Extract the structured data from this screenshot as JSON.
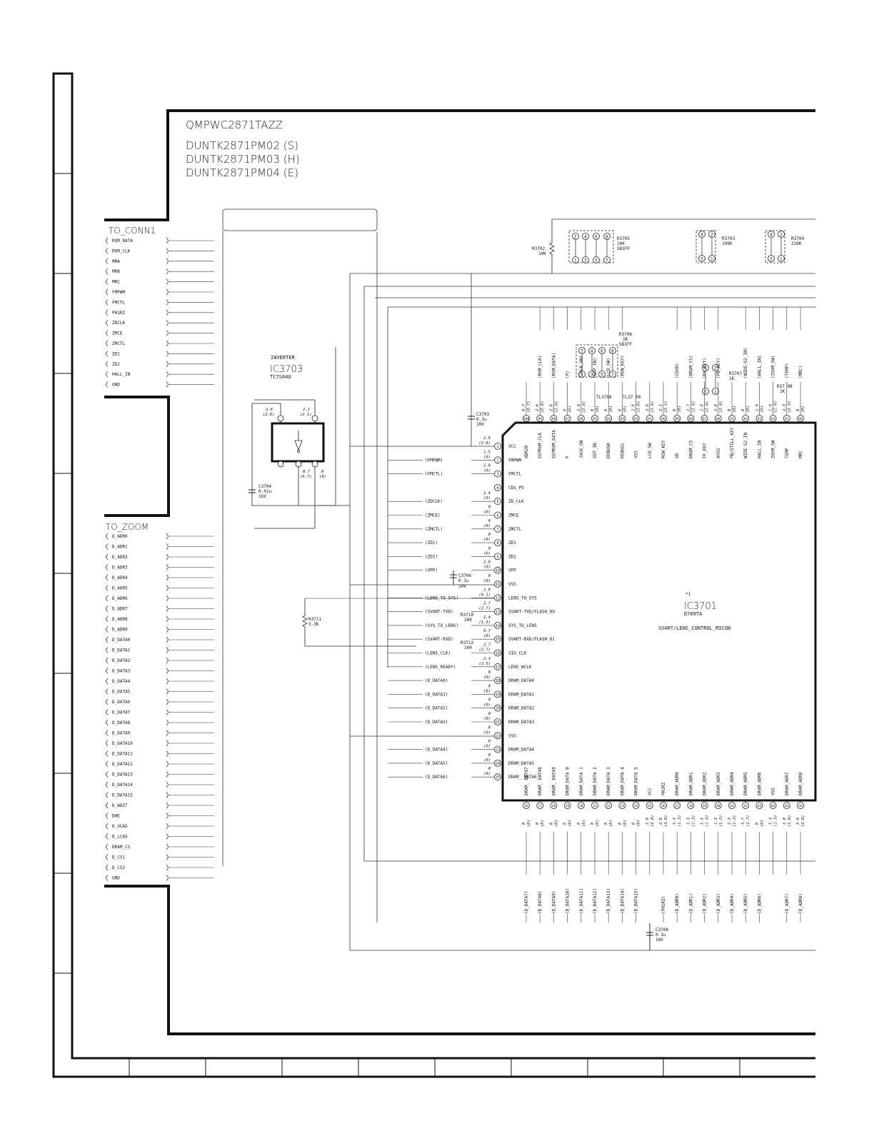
{
  "header": {
    "part_number": "QMPWC2871TAZZ",
    "variants": [
      "DUNTK2871PM02 (S)",
      "DUNTK2871PM03 (H)",
      "DUNTK2871PM04 (E)"
    ]
  },
  "conn1": {
    "title": "TO_CONN1",
    "pins": [
      "ROM_DATA",
      "ROM_CLK",
      "MRA",
      "MRB",
      "MRC",
      "FMPWM",
      "FMCTL",
      "PH1RZ",
      "ZDCLK",
      "ZMCE",
      "ZMCTL",
      "ZD1",
      "ZD2",
      "HALL_IN",
      "GND"
    ]
  },
  "zoom": {
    "title": "TO_ZOOM",
    "pins": [
      "D_ADR0",
      "D_ADR1",
      "D_ADR2",
      "D_ADR3",
      "D_ADR4",
      "D_ADR5",
      "D_ADR6",
      "D_ADR7",
      "D_ADR8",
      "D_ADR9",
      "D_DATA0",
      "D_DATA1",
      "D_DATA2",
      "D_DATA3",
      "D_DATA4",
      "D_DATA5",
      "D_DATA6",
      "D_DATA7",
      "D_DATA8",
      "D_DATA9",
      "D_DATA10",
      "D_DATA11",
      "D_DATA12",
      "D_DATA13",
      "D_DATA14",
      "D_DATA15",
      "D_WAIT",
      "DWE",
      "D_UCAS",
      "D_LCAS",
      "DRAM_CS",
      "D_CS1",
      "D_CS2",
      "GND"
    ]
  },
  "inverter": {
    "label": "INVERTER",
    "ref": "IC3703",
    "part": "TC7S04U",
    "v5": "2.8",
    "v5b": "(2.8)",
    "v4": "2.1",
    "v4b": "(2.1)",
    "v3": "0.7",
    "v3b": "(0.7)",
    "v2": "0",
    "v2b": "(0)"
  },
  "mcu": {
    "ref": "IC3701",
    "part": "D709TA",
    "desc": "SVART/LENS_CONTROL_MICON",
    "mark": "*1"
  },
  "left_pins": [
    {
      "n": "1",
      "name": "VCC",
      "v": "2.8",
      "vb": "(2.8)",
      "net": ""
    },
    {
      "n": "2",
      "name": "FMPWM",
      "v": "1.5",
      "vb": "(0)",
      "net": "(FMPWM)"
    },
    {
      "n": "3",
      "name": "FMCTL",
      "v": "2.8",
      "vb": "(0)",
      "net": "(FMCTL)"
    },
    {
      "n": "4",
      "name": "CDS_PS",
      "v": "",
      "vb": "",
      "net": ""
    },
    {
      "n": "5",
      "name": "ZD_CLK",
      "v": "1.4",
      "vb": "(0)",
      "net": "(ZDCLK)"
    },
    {
      "n": "6",
      "name": "ZMCE",
      "v": "0",
      "vb": "(0)",
      "net": "(ZMCE)"
    },
    {
      "n": "7",
      "name": "ZMCTL",
      "v": "0",
      "vb": "(0)",
      "net": "(ZMCTL)"
    },
    {
      "n": "8",
      "name": "ZD1",
      "v": "0",
      "vb": "(0)",
      "net": "(ZD1)"
    },
    {
      "n": "9",
      "name": "ZD2",
      "v": "0",
      "vb": "(0)",
      "net": "(ZD2)"
    },
    {
      "n": "10",
      "name": "VPP",
      "v": "2.8",
      "vb": "(0)",
      "net": "(VPP)"
    },
    {
      "n": "11",
      "name": "VSS",
      "v": "0",
      "vb": "(0)",
      "net": ""
    },
    {
      "n": "12",
      "name": "LENS_TO_SYS",
      "v": "1.9",
      "vb": "(0.1)",
      "net": "(LENS_TO_SYS)"
    },
    {
      "n": "13",
      "name": "SVART-TXD/FLASH_DO",
      "v": "2.7",
      "vb": "(2.7)",
      "net": "(SVART-TXD)"
    },
    {
      "n": "14",
      "name": "SYS_TO_LENS",
      "v": "2.4",
      "vb": "(1.3)",
      "net": "(SYS_TO_LENS)"
    },
    {
      "n": "15",
      "name": "SVART-RXD/FLASH_DI",
      "v": "0.7",
      "vb": "(0)",
      "net": "(SVART-RXD)"
    },
    {
      "n": "16",
      "name": "SIO_CLK",
      "v": "2.7",
      "vb": "(2.7)",
      "net": "(LENS_CLK)"
    },
    {
      "n": "17",
      "name": "LENS_WCLK",
      "v": "2.3",
      "vb": "(2.5)",
      "net": "(LENS_READY)"
    },
    {
      "n": "18",
      "name": "DRAM_DATA0",
      "v": "0",
      "vb": "(0)",
      "net": "(D_DATA0)"
    },
    {
      "n": "19",
      "name": "DRAM_DATA1",
      "v": "0",
      "vb": "(0)",
      "net": "(D_DATA1)"
    },
    {
      "n": "20",
      "name": "DRAM_DATA2",
      "v": "0",
      "vb": "(0)",
      "net": "(D_DATA2)"
    },
    {
      "n": "21",
      "name": "DRAM_DATA3",
      "v": "0",
      "vb": "(0)",
      "net": "(D_DATA3)"
    },
    {
      "n": "22",
      "name": "VSS",
      "v": "0",
      "vb": "(0)",
      "net": ""
    },
    {
      "n": "23",
      "name": "DRAM_DATA4",
      "v": "0",
      "vb": "(0)",
      "net": "(D_DATA4)"
    },
    {
      "n": "24",
      "name": "DRAM_DATA5",
      "v": "0",
      "vb": "(0)",
      "net": "(D_DATA5)"
    },
    {
      "n": "25",
      "name": "DRAM_ DATA6",
      "v": "0",
      "vb": "(0)",
      "net": "(D_DATA6)"
    }
  ],
  "top_pins": [
    {
      "n": "100",
      "name": "ADR20",
      "v": "0.7",
      "vb": "(0.7)",
      "net": ""
    },
    {
      "n": "99",
      "name": "EEPROM_CLK",
      "v": "2.8",
      "vb": "(2.8)",
      "net": "(ROM_CLK)"
    },
    {
      "n": "98",
      "name": "EEPROM_DATA",
      "v": "2.8",
      "vb": "(2.8)",
      "net": "(ROM_DATA)"
    },
    {
      "n": "97",
      "name": "P",
      "v": "0",
      "vb": "(0)",
      "net": "(P)"
    },
    {
      "n": "96",
      "name": "JACK_ON",
      "v": "2.8",
      "vb": "(2.8)",
      "net": "(JACK_ON)"
    },
    {
      "n": "95",
      "name": "SEP_IN",
      "v": "0",
      "vb": "(0)",
      "net": "(SEP_IN)"
    },
    {
      "n": "94",
      "name": "DEBUG0",
      "v": "0",
      "vb": "(0)",
      "net": "(LCD_SW)"
    },
    {
      "n": "93",
      "name": "DEBUG1",
      "v": "0",
      "vb": "(0)",
      "net": "(REW_KEY)"
    },
    {
      "n": "92",
      "name": "VSS",
      "v": "2.8",
      "vb": "(2.8)",
      "net": ""
    },
    {
      "n": "91",
      "name": "LCD_SW",
      "v": "2.8",
      "vb": "(2.8)",
      "net": ""
    },
    {
      "n": "90",
      "name": "REW_KEY",
      "v": "2.1",
      "vb": "(2.1)",
      "net": ""
    },
    {
      "n": "89",
      "name": "VD",
      "v": "0",
      "vb": "(0)",
      "net": "(CDVD)"
    },
    {
      "n": "88",
      "name": "DRAM_CS",
      "v": "2.7",
      "vb": "(2.8)",
      "net": "(DRAM_CS)"
    },
    {
      "n": "87",
      "name": "FF_KEY",
      "v": "2.8",
      "vb": "(2.8)",
      "net": "(FF_KEY)"
    },
    {
      "n": "86",
      "name": "AVSS",
      "v": "2.8",
      "vb": "(2.8)",
      "net": "(PB_KEY)"
    },
    {
      "n": "85",
      "name": "PB/STILL_KEY",
      "v": "0",
      "vb": "(0)",
      "net": ""
    },
    {
      "n": "84",
      "name": "WIDE-S2_IN",
      "v": "0",
      "vb": "(0)",
      "net": "(WIDE-S2_IN)"
    },
    {
      "n": "83",
      "name": "HALL_IN",
      "v": "1.4",
      "vb": "(0)",
      "net": "(HALL_IN)"
    },
    {
      "n": "82",
      "name": "ZOOM_SW",
      "v": "1.4",
      "vb": "(1.4)",
      "net": "(ZOOM_SW)"
    },
    {
      "n": "81",
      "name": "TEMP",
      "v": "2.3",
      "vb": "(2.3)",
      "net": "(TEMP)"
    },
    {
      "n": "80",
      "name": "MRC",
      "v": "0",
      "vb": "(0)",
      "net": "(MRC)"
    }
  ],
  "bottom_pins": [
    {
      "n": "26",
      "name": "DRAM_ DATA7",
      "v": "0",
      "vb": "(0)",
      "net": "(D_DATA7)"
    },
    {
      "n": "27",
      "name": "DRAM_ DATA8",
      "v": "0",
      "vb": "(0)",
      "net": "(D_DATA8)"
    },
    {
      "n": "28",
      "name": "DRAM_ DATA9",
      "v": "0",
      "vb": "(0)",
      "net": "(D_DATA9)"
    },
    {
      "n": "29",
      "name": "DRAM_DATA 0",
      "v": "0",
      "vb": "(0)",
      "net": "(D_DATA10)"
    },
    {
      "n": "30",
      "name": "DRAM_DATA 1",
      "v": "0",
      "vb": "(0)",
      "net": "(D_DATA11)"
    },
    {
      "n": "31",
      "name": "DRAM_DATA 2",
      "v": "0",
      "vb": "(0)",
      "net": "(D_DATA12)"
    },
    {
      "n": "32",
      "name": "DRAM_DATA 3",
      "v": "0",
      "vb": "(0)",
      "net": "(D_DATA13)"
    },
    {
      "n": "33",
      "name": "DRAM_DATA 4",
      "v": "0",
      "vb": "(0)",
      "net": "(D_DATA14)"
    },
    {
      "n": "34",
      "name": "DRAM_DATA 5",
      "v": "0",
      "vb": "(0)",
      "net": "(D_DATA15)"
    },
    {
      "n": "35",
      "name": "VCC",
      "v": "2.8",
      "vb": "(2.8)",
      "net": ""
    },
    {
      "n": "36",
      "name": "PH1RZ",
      "v": "2.6",
      "vb": "(2.8)",
      "net": "(PH1RZ)"
    },
    {
      "n": "37",
      "name": "DRAM_ADR0",
      "v": "1.3",
      "vb": "(1.3)",
      "net": "(D_ADR0)"
    },
    {
      "n": "38",
      "name": "DRAM_ADR1",
      "v": "1.3",
      "vb": "(1.3)",
      "net": "(D_ADR1)"
    },
    {
      "n": "39",
      "name": "DRAM_ADR2",
      "v": "1.4",
      "vb": "(1.4)",
      "net": "(D_ADR2)"
    },
    {
      "n": "40",
      "name": "DRAM_ADR3",
      "v": "1.3",
      "vb": "(1.3)",
      "net": "(D_ADR3)"
    },
    {
      "n": "41",
      "name": "DRAM_ADR4",
      "v": "1.3",
      "vb": "(1.3)",
      "net": "(D_ADR4)"
    },
    {
      "n": "42",
      "name": "DRAM_ADR5",
      "v": "1.7",
      "vb": "(1.7)",
      "net": "(D_ADR5)"
    },
    {
      "n": "43",
      "name": "DRAM_ADR6",
      "v": "0",
      "vb": "(0)",
      "net": "(D_ADR6)"
    },
    {
      "n": "44",
      "name": "VSS",
      "v": "1.3",
      "vb": "(1.3)",
      "net": ""
    },
    {
      "n": "45",
      "name": "DRAM_ADR7",
      "v": "1.0",
      "vb": "(1.0)",
      "net": "(D_ADR7)"
    },
    {
      "n": "46",
      "name": "DRAM_ADR8",
      "v": "2.8",
      "vb": "(2.8)",
      "net": "(D_ADR8)"
    }
  ],
  "resistors": {
    "r3702": {
      "ref": "R3702",
      "val": "10K"
    },
    "r3705": {
      "ref": "R3705",
      "val": "10K",
      "pkg": "SB1FF"
    },
    "r3703": {
      "ref": "R3703",
      "val": "100K"
    },
    "r3704": {
      "ref": "R3704",
      "val": "220K"
    },
    "r3706": {
      "ref": "R3706",
      "val": "1K",
      "pkg": "SB1FF"
    },
    "r3707": {
      "ref": "R3707",
      "val": "1K"
    },
    "r3708": {
      "ref": "R37 08",
      "val": "1K"
    },
    "r3710": {
      "ref": "R3710",
      "val": "100"
    },
    "r3711": {
      "ref": "R3711",
      "val": "3.3K"
    },
    "r3712": {
      "ref": "R3712",
      "val": "100"
    }
  },
  "capacitors": {
    "c3703": {
      "ref": "C3703",
      "val": "0.1u",
      "v": "10V"
    },
    "c3704": {
      "ref": "C3704",
      "val": "0.01u",
      "v": "16V"
    },
    "c3706": {
      "ref": "C3706",
      "val": "0.1u",
      "v": "10V"
    },
    "c3708": {
      "ref": "C3708",
      "val": "0.1u",
      "v": "10V"
    }
  },
  "testpoints": {
    "tl3708": "TL3708",
    "tl3700": "TL37 00"
  }
}
